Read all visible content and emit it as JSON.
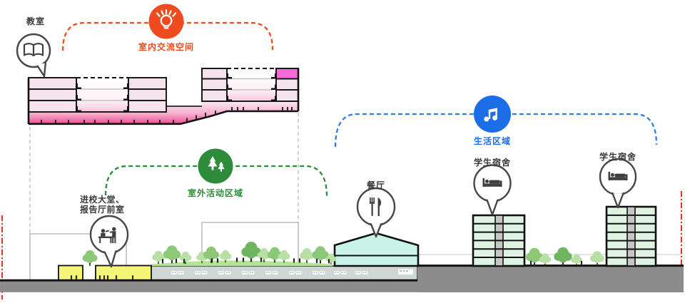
{
  "diagram": {
    "labels": {
      "classroom": "教室",
      "indoor_zone": "室内交流空间",
      "outdoor_zone": "室外活动区域",
      "living_zone": "生活区域",
      "entrance_line1": "进校大堂、",
      "entrance_line2": "报告厅前室",
      "dining": "餐厅",
      "dorm1": "学生宿舍",
      "dorm2": "学生宿舍"
    },
    "zone_colors": {
      "indoor_orange": "#f04a1f",
      "outdoor_green": "#2e8b3a",
      "living_blue": "#1b6ee8",
      "building_pink_cell": "#f6e3ed",
      "building_magenta_cell": "#f56bd7",
      "building_base_pink": "#ee4f94",
      "dining_teal": "#c9f2e9",
      "dorm_green": "#def3e2",
      "lawn_green": "#b4e596",
      "entrance_yellow": "#f5f577",
      "parking_gray": "#cdd7d3",
      "ground_gray": "#8c8c8c",
      "boundary_red": "#e03226"
    },
    "icon_names": [
      "book-icon",
      "lightbulb-icon",
      "pine-trees-icon",
      "music-note-icon",
      "reception-desk-icon",
      "fork-knife-icon",
      "bed-icon",
      "bed-icon"
    ]
  }
}
